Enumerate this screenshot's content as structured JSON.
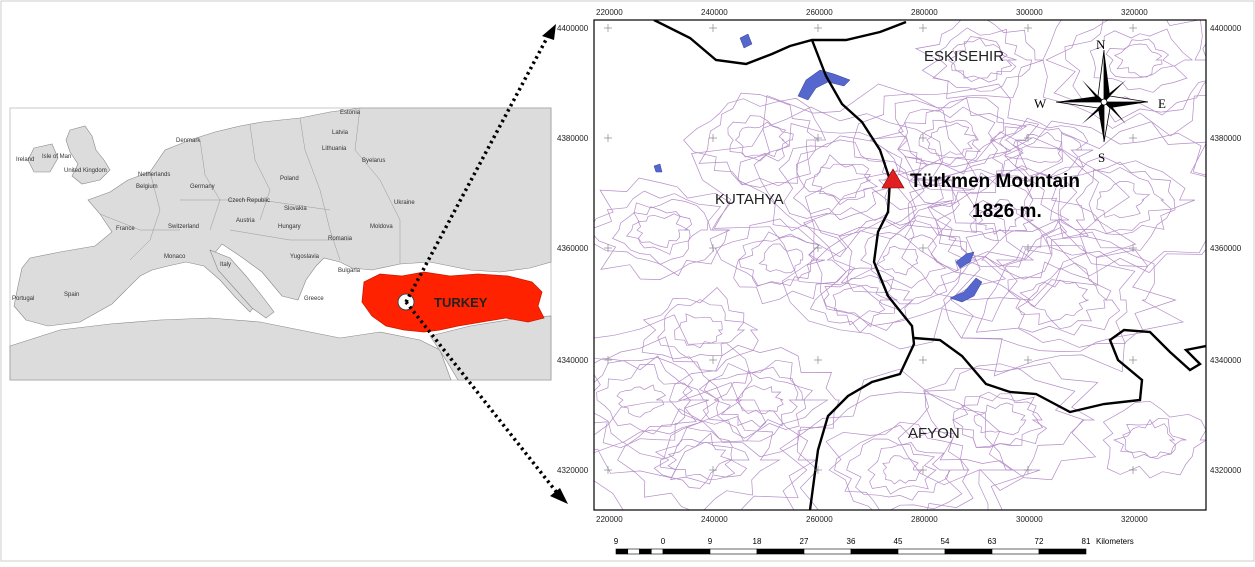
{
  "europe_map": {
    "country_labels": [
      "Estonia",
      "Latvia",
      "Lithuania",
      "Byelarus",
      "Ireland",
      "Isle of Man",
      "United Kingdom",
      "Denmark",
      "Netherlands",
      "Belgium",
      "Germany",
      "Poland",
      "Czech Republic",
      "Slovakia",
      "Ukraine",
      "France",
      "Switzerland",
      "Austria",
      "Hungary",
      "Moldova",
      "Romania",
      "Monaco",
      "Italy",
      "Yugoslavia",
      "Bulgaria",
      "Spain",
      "Portugal",
      "Greece"
    ],
    "highlight_label": "TURKEY",
    "highlight_color": "#ff2200"
  },
  "topo_map": {
    "x_ticks": [
      "220000",
      "240000",
      "260000",
      "280000",
      "300000",
      "320000"
    ],
    "y_ticks": [
      "4400000",
      "4380000",
      "4360000",
      "4340000",
      "4320000"
    ],
    "regions": [
      "ESKISEHIR",
      "KUTAHYA",
      "AFYON"
    ],
    "peak": {
      "name": "Türkmen Mountain",
      "elevation": "1826 m.",
      "color": "#e02020"
    },
    "compass": {
      "n": "N",
      "s": "S",
      "e": "E",
      "w": "W"
    },
    "contour_color": "#b48cc8",
    "water_color": "#5566cc",
    "scale_bar": {
      "labels": [
        "9",
        "0",
        "9",
        "18",
        "27",
        "36",
        "45",
        "54",
        "63",
        "72",
        "81"
      ],
      "unit": "Kilometers"
    }
  }
}
